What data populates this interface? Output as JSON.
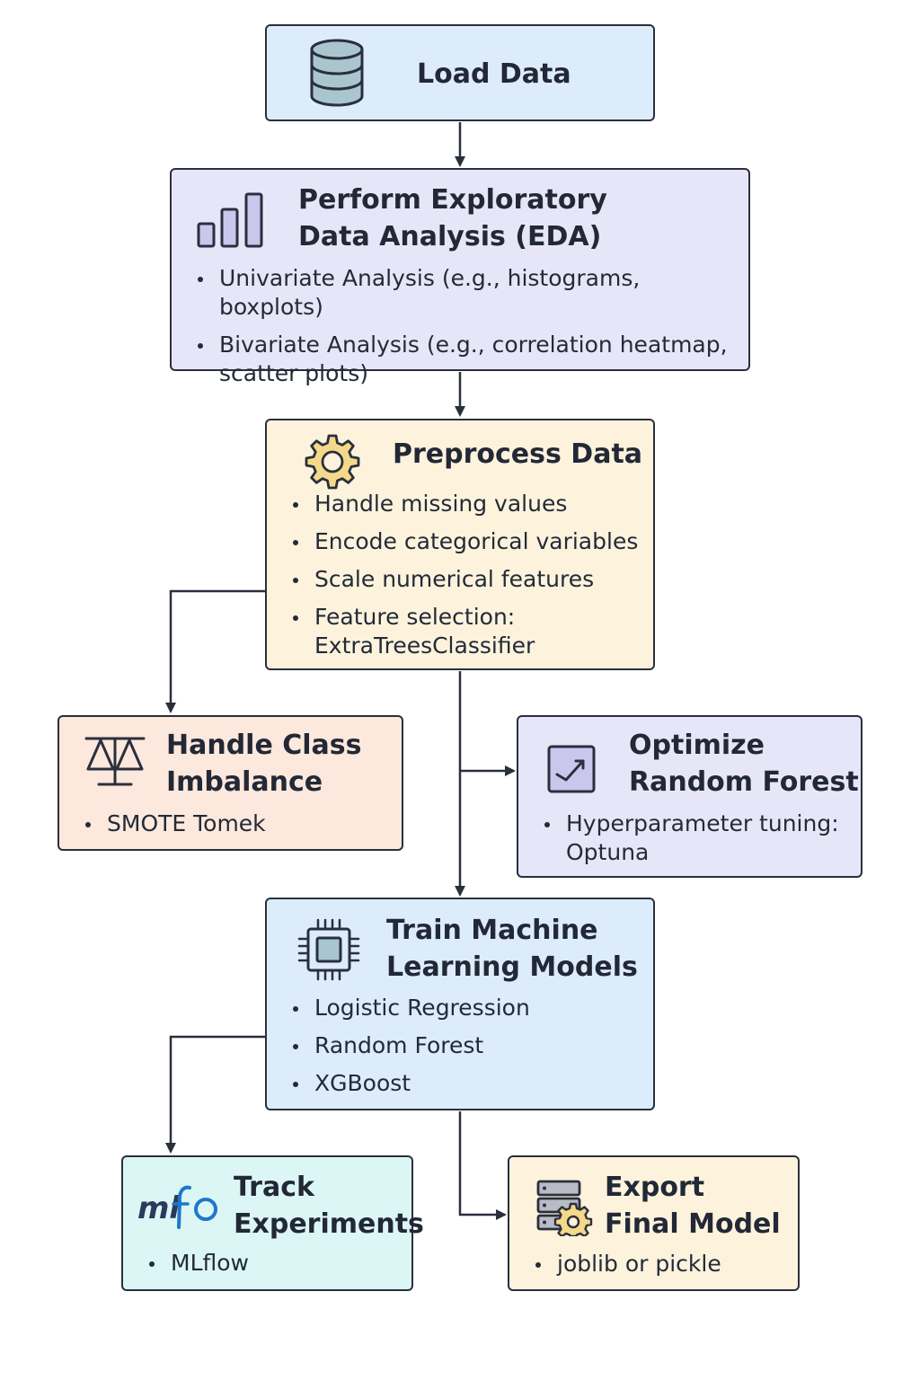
{
  "nodes": {
    "load": {
      "title": "Load Data",
      "icon": "database-icon",
      "color": "#dcecfb"
    },
    "eda": {
      "title": "Perform Exploratory\nData Analysis (EDA)",
      "icon": "bar-chart-icon",
      "color": "#e7e6f9",
      "items": [
        "Univariate Analysis (e.g., histograms, boxplots)",
        "Bivariate Analysis (e.g., correlation heatmap, scatter plots)"
      ]
    },
    "preprocess": {
      "title": "Preprocess Data",
      "icon": "gear-icon",
      "color": "#fdf3dc",
      "items": [
        "Handle missing values",
        "Encode categorical variables",
        "Scale numerical features",
        "Feature selection: ExtraTreesClassifier"
      ]
    },
    "imbalance": {
      "title": "Handle Class\nImbalance",
      "icon": "balance-icon",
      "color": "#fce8dc",
      "items": [
        "SMOTE Tomek"
      ]
    },
    "optimize": {
      "title": "Optimize\nRandom Forest",
      "icon": "checkbox-chart-icon",
      "color": "#e7e6f9",
      "items": [
        "Hyperparameter tuning: Optuna"
      ]
    },
    "train": {
      "title": "Train Machine\nLearning Models",
      "icon": "cpu-chip-icon",
      "color": "#dcecfb",
      "items": [
        "Logistic Regression",
        "Random Forest",
        "XGBoost"
      ]
    },
    "track": {
      "title": "Track\nExperiments",
      "icon": "mlflow-logo-icon",
      "logo_text": "mlflow",
      "color": "#dcf6f5",
      "items": [
        "MLflow"
      ]
    },
    "export": {
      "title": "Export\nFinal Model",
      "icon": "server-gear-icon",
      "color": "#fdf3dc",
      "items": [
        "joblib or pickle"
      ]
    }
  },
  "edges": [
    {
      "from": "load",
      "to": "eda"
    },
    {
      "from": "eda",
      "to": "preprocess"
    },
    {
      "from": "preprocess",
      "to": "imbalance"
    },
    {
      "from": "preprocess",
      "to": "optimize"
    },
    {
      "from": "preprocess",
      "to": "train"
    },
    {
      "from": "train",
      "to": "track"
    },
    {
      "from": "train",
      "to": "export"
    }
  ],
  "colors": {
    "stroke": "#2a2f3d",
    "text": "#222836"
  }
}
